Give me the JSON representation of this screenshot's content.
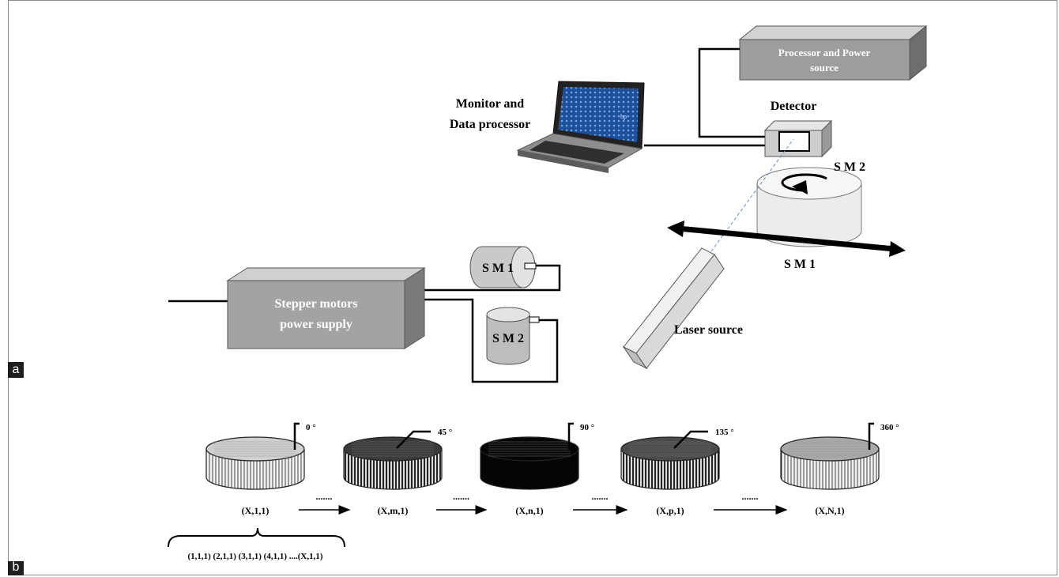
{
  "panels": {
    "a": "a",
    "b": "b"
  },
  "setup": {
    "processor_label": [
      "Processor and Power",
      "source"
    ],
    "detector_label": "Detector",
    "monitor_label": [
      "Monitor and",
      "Data processor"
    ],
    "laptop_brand": "hp",
    "sm2_stage_label": "S M 2",
    "sm1_stage_label": "S M 1",
    "laser_label": "Laser source",
    "stepper_label": [
      "Stepper motors",
      "power supply"
    ],
    "sm1_motor_label": "S M 1",
    "sm2_motor_label": "S M 2"
  },
  "sequence": {
    "disks": [
      {
        "angle": "0 °",
        "index": "(X,1,1)",
        "shade": "#d0d0d0"
      },
      {
        "angle": "45 °",
        "index": "(X,m,1)",
        "shade": "#3a3a3a"
      },
      {
        "angle": "90 °",
        "index": "(X,n,1)",
        "shade": "#050505"
      },
      {
        "angle": "135 °",
        "index": "(X,p,1)",
        "shade": "#4a4a4a"
      },
      {
        "angle": "360 °",
        "index": "(X,N,1)",
        "shade": "#a8a8a8"
      }
    ],
    "dots": ".......",
    "bracket_label": "(1,1,1) (2,1,1) (3,1,1) (4,1,1) ....(X,1,1)"
  }
}
